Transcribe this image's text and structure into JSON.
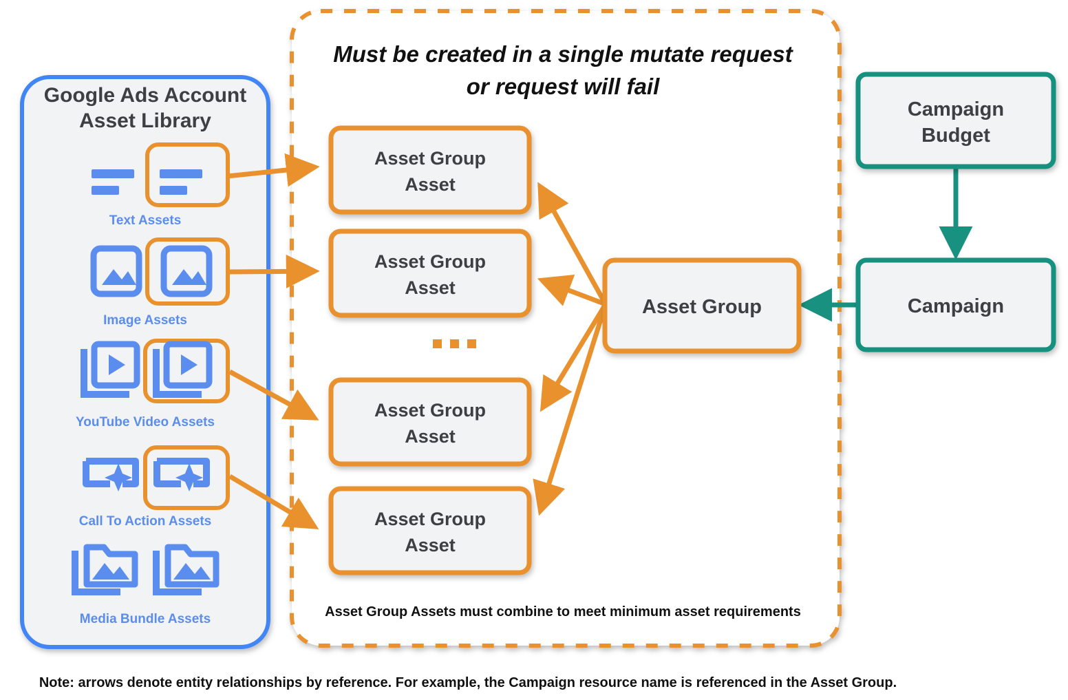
{
  "diagram": {
    "title_note": "Note: arrows denote entity relationships by reference. For example, the Campaign resource name is referenced in the Asset Group."
  },
  "colors": {
    "orange": "#E8912D",
    "orange_dark": "#E18722",
    "blue": "#5b8def",
    "blue_panel_border": "#4285F4",
    "teal": "#199180",
    "box_fill": "#f1f3f4",
    "text_dark": "#3c4043",
    "white": "#ffffff"
  },
  "library_panel": {
    "title_line1": "Google Ads Account",
    "title_line2": "Asset Library",
    "items": [
      {
        "label": "Text Assets",
        "icon": "text-asset-icon",
        "highlighted": true
      },
      {
        "label": "Image Assets",
        "icon": "image-asset-icon",
        "highlighted": true
      },
      {
        "label": "YouTube Video  Assets",
        "icon": "youtube-video-asset-icon",
        "highlighted": true
      },
      {
        "label": "Call To Action Assets",
        "icon": "call-to-action-asset-icon",
        "highlighted": true
      },
      {
        "label": "Media Bundle  Assets",
        "icon": "media-bundle-asset-icon",
        "highlighted": false
      }
    ]
  },
  "mutate_region": {
    "banner_line1": "Must be created in a single mutate request",
    "banner_line2": "or request will fail",
    "footer": "Asset Group Assets must combine to meet minimum asset requirements",
    "ellipsis": "...",
    "asset_group_assets": [
      {
        "line1": "Asset Group",
        "line2": "Asset"
      },
      {
        "line1": "Asset Group",
        "line2": "Asset"
      },
      {
        "line1": "Asset Group",
        "line2": "Asset"
      },
      {
        "line1": "Asset Group",
        "line2": "Asset"
      }
    ]
  },
  "right_column": {
    "asset_group": {
      "label": "Asset Group"
    },
    "campaign_budget": {
      "line1": "Campaign",
      "line2": "Budget"
    },
    "campaign": {
      "label": "Campaign"
    }
  }
}
